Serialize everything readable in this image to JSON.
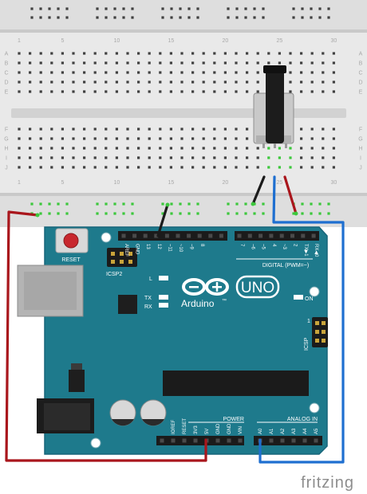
{
  "breadboard": {
    "column_numbers": [
      "1",
      "5",
      "10",
      "15",
      "20",
      "25",
      "30"
    ],
    "row_letters_top": [
      "A",
      "B",
      "C",
      "D",
      "E"
    ],
    "row_letters_bottom": [
      "F",
      "G",
      "H",
      "I",
      "J"
    ]
  },
  "arduino": {
    "reset_label": "RESET",
    "icsp2_label": "ICSP2",
    "icsp_label": "ICSP",
    "l_label": "L",
    "tx_label": "TX",
    "rx_label": "RX",
    "on_label": "ON",
    "logo_text": "Arduino",
    "trademark": "™",
    "model": "UNO",
    "digital_label": "DIGITAL (PWM=~)",
    "power_label": "POWER",
    "analog_label": "ANALOG IN",
    "digital_pins": [
      "AREF",
      "GND",
      "13",
      "12",
      "~11",
      "~10",
      "~9",
      "8",
      "7",
      "~6",
      "~5",
      "4",
      "~3",
      "2",
      "TX▶1",
      "RX◀0"
    ],
    "power_pins": [
      "IOREF",
      "RESET",
      "3V3",
      "5V",
      "GND",
      "GND",
      "VIN"
    ],
    "analog_pins": [
      "A0",
      "A1",
      "A2",
      "A3",
      "A4",
      "A5"
    ],
    "icsp_number": "1"
  },
  "brand": {
    "text": "fritzing"
  },
  "colors": {
    "board": "#1e7a8c",
    "breadboard": "#e8e8e8",
    "hole": "#404040",
    "connected_hole": "#3cc83c",
    "wire_red": "#c0131b",
    "wire_blue": "#1e6fd0",
    "wire_black": "#202020"
  }
}
